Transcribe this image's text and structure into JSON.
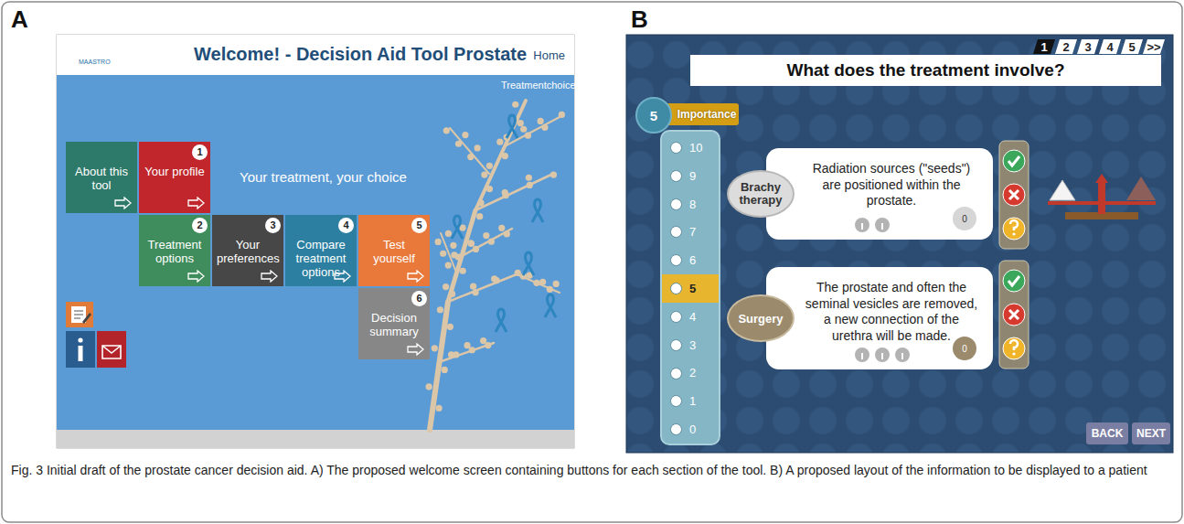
{
  "diagram": {
    "caption": "Fig. 3 Initial draft of the prostate cancer decision aid. A) The proposed welcome screen containing buttons for each section of the tool. B) A proposed layout of the information to be displayed to a patient",
    "nodes": [
      {
        "text": [
          "Welcome! - Decision Aid Tool Prostate",
          "Home"
        ]
      },
      {
        "text": [
          "About this tool"
        ]
      },
      {
        "text": [
          "Your profile",
          "1"
        ]
      },
      {
        "text": [
          "Treatment options",
          "2"
        ]
      },
      {
        "text": [
          "Your preferences",
          "3"
        ]
      },
      {
        "text": [
          "Compare treatment options",
          "4"
        ]
      },
      {
        "text": [
          "Test yourself",
          "5"
        ]
      },
      {
        "text": [
          "Decision summary",
          "6"
        ]
      },
      {
        "text": [
          "What does the treatment involve?"
        ]
      },
      {
        "text": [
          "5"
        ]
      },
      {
        "text": [
          "Importance"
        ]
      },
      {
        "text": [
          "10",
          "9",
          "8",
          "7",
          "6",
          "5",
          "4",
          "3",
          "2",
          "1",
          "0"
        ]
      },
      {
        "text": [
          "Radiation sources (\"seeds\") are positioned within the prostate."
        ]
      },
      {
        "text": [
          "Brachy therapy"
        ]
      },
      {
        "text": [
          "0"
        ],
        "in": 12
      },
      {
        "text": [
          "The prostate and often the seminal vesicles are removed, a new connection of the urethra will be made."
        ]
      },
      {
        "text": [
          "Surgery"
        ]
      },
      {
        "text": [
          "0"
        ],
        "in": 15
      },
      {
        "text": [
          "BACK"
        ]
      },
      {
        "text": [
          "NEXT"
        ]
      }
    ],
    "labels": [
      "A",
      "B",
      "MAASTRO",
      "Treatmentchoice",
      "Your treatment, your choice",
      "1",
      "2",
      "3",
      "4",
      "5",
      ">>"
    ]
  }
}
